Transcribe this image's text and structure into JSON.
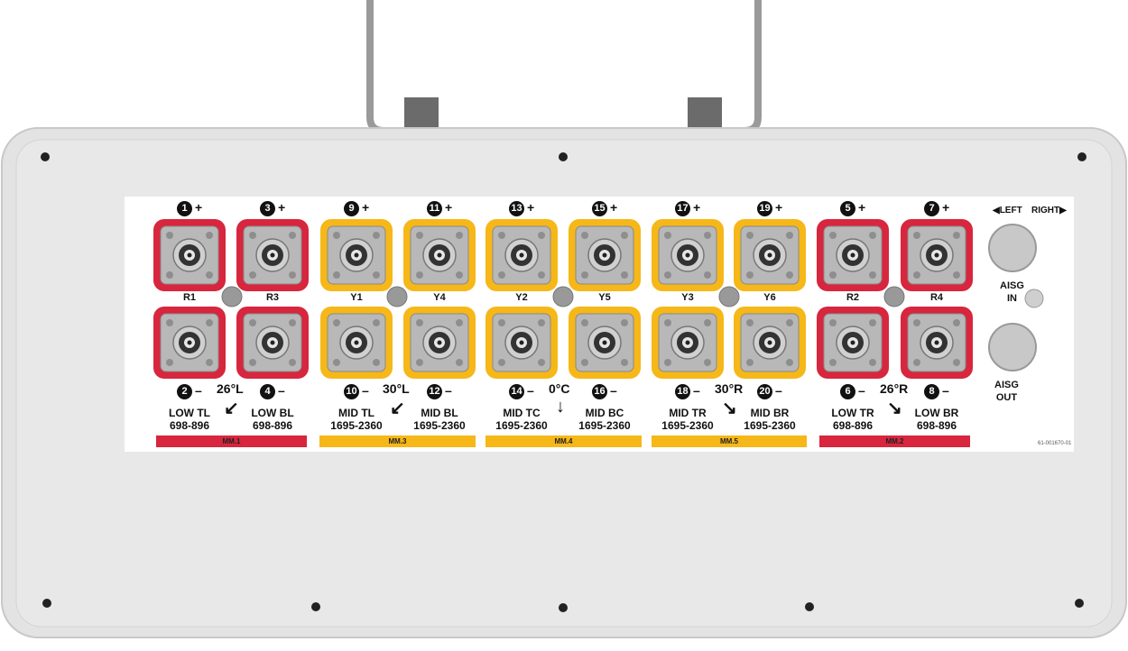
{
  "panel": {
    "ports_top": [
      {
        "num": "1",
        "sign": "+",
        "label": "R1",
        "color": "#d7263d"
      },
      {
        "num": "3",
        "sign": "+",
        "label": "R3",
        "color": "#d7263d"
      },
      {
        "num": "9",
        "sign": "+",
        "label": "Y1",
        "color": "#f6b718"
      },
      {
        "num": "11",
        "sign": "+",
        "label": "Y4",
        "color": "#f6b718"
      },
      {
        "num": "13",
        "sign": "+",
        "label": "Y2",
        "color": "#f6b718"
      },
      {
        "num": "15",
        "sign": "+",
        "label": "Y5",
        "color": "#f6b718"
      },
      {
        "num": "17",
        "sign": "+",
        "label": "Y3",
        "color": "#f6b718"
      },
      {
        "num": "19",
        "sign": "+",
        "label": "Y6",
        "color": "#f6b718"
      },
      {
        "num": "5",
        "sign": "+",
        "label": "R2",
        "color": "#d7263d"
      },
      {
        "num": "7",
        "sign": "+",
        "label": "R4",
        "color": "#d7263d"
      }
    ],
    "ports_bottom": [
      {
        "num": "2",
        "sign": "–"
      },
      {
        "num": "4",
        "sign": "–"
      },
      {
        "num": "10",
        "sign": "–"
      },
      {
        "num": "12",
        "sign": "–"
      },
      {
        "num": "14",
        "sign": "–"
      },
      {
        "num": "16",
        "sign": "–"
      },
      {
        "num": "18",
        "sign": "–"
      },
      {
        "num": "20",
        "sign": "–"
      },
      {
        "num": "6",
        "sign": "–"
      },
      {
        "num": "8",
        "sign": "–"
      }
    ],
    "tilts": [
      "26°L",
      "30°L",
      "0°C",
      "30°R",
      "26°R"
    ],
    "bands": [
      {
        "name": "LOW TL",
        "range": "698-896"
      },
      {
        "name": "LOW BL",
        "range": "698-896"
      },
      {
        "name": "MID TL",
        "range": "1695-2360"
      },
      {
        "name": "MID BL",
        "range": "1695-2360"
      },
      {
        "name": "MID TC",
        "range": "1695-2360"
      },
      {
        "name": "MID BC",
        "range": "1695-2360"
      },
      {
        "name": "MID TR",
        "range": "1695-2360"
      },
      {
        "name": "MID BR",
        "range": "1695-2360"
      },
      {
        "name": "LOW TR",
        "range": "698-896"
      },
      {
        "name": "LOW BR",
        "range": "698-896"
      }
    ],
    "mm_labels": [
      "MM.1",
      "MM.3",
      "MM.4",
      "MM.5",
      "MM.2"
    ],
    "aisg": {
      "left": "LEFT",
      "right": "RIGHT",
      "in": "AISG\nIN",
      "in_line1": "AISG",
      "in_line2": "IN",
      "out_line1": "AISG",
      "out_line2": "OUT"
    },
    "part_number": "61-001670-01"
  },
  "colors": {
    "red": "#d7263d",
    "yellow": "#f6b718",
    "body": "#e4e4e4",
    "port": "#b5b5b5"
  }
}
